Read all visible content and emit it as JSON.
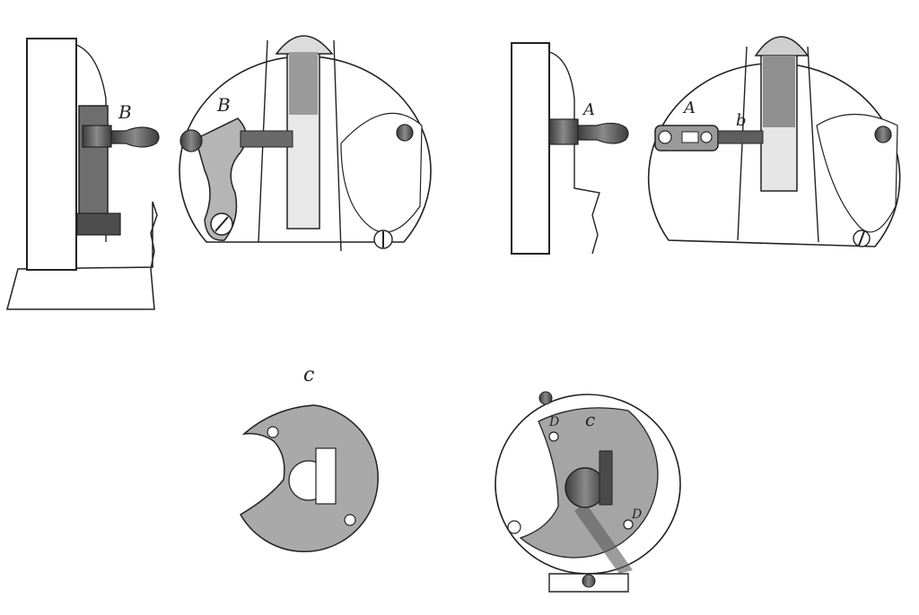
{
  "labels": {
    "fig1_handle": "B",
    "fig2_latch": "B",
    "fig3_handle": "A",
    "fig4_clamp": "A",
    "fig4_pin": "b",
    "fig5_plate": "c",
    "fig6_plate": "c",
    "fig6_hole_upper": "D",
    "fig6_hole_lower": "D"
  },
  "colors": {
    "ink": "#222222",
    "plate_gray": "#a9a9a9",
    "metal_dark": "#5a5a5a",
    "paper": "#ffffff"
  }
}
